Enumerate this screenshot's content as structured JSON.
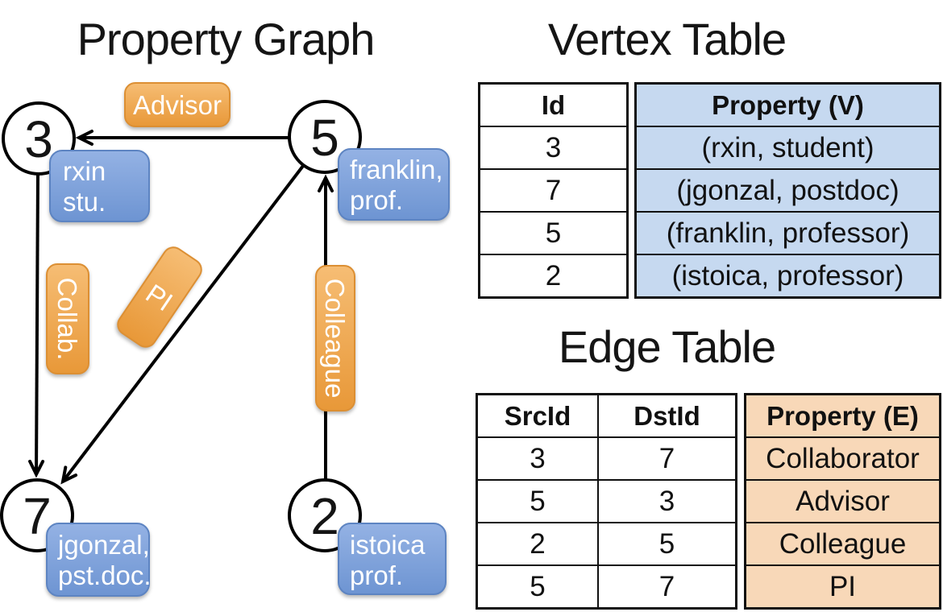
{
  "graph": {
    "title": "Property Graph",
    "nodes": [
      {
        "id": "3",
        "lines": [
          "rxin",
          "stu."
        ]
      },
      {
        "id": "5",
        "lines": [
          "franklin,",
          "prof."
        ]
      },
      {
        "id": "7",
        "lines": [
          "jgonzal,",
          "pst.doc."
        ]
      },
      {
        "id": "2",
        "lines": [
          "istoica",
          "prof."
        ]
      }
    ],
    "edge_labels": {
      "advisor": "Advisor",
      "collab": "Collab.",
      "pi": "PI",
      "colleague": "Colleague"
    }
  },
  "vertex_table": {
    "title": "Vertex Table",
    "headers": {
      "id": "Id",
      "property": "Property (V)"
    },
    "rows": [
      {
        "id": "3",
        "property": "(rxin, student)"
      },
      {
        "id": "7",
        "property": "(jgonzal, postdoc)"
      },
      {
        "id": "5",
        "property": "(franklin, professor)"
      },
      {
        "id": "2",
        "property": "(istoica, professor)"
      }
    ]
  },
  "edge_table": {
    "title": "Edge Table",
    "headers": {
      "src": "SrcId",
      "dst": "DstId",
      "property": "Property (E)"
    },
    "rows": [
      {
        "src": "3",
        "dst": "7",
        "property": "Collaborator"
      },
      {
        "src": "5",
        "dst": "3",
        "property": "Advisor"
      },
      {
        "src": "2",
        "dst": "5",
        "property": "Colleague"
      },
      {
        "src": "5",
        "dst": "7",
        "property": "PI"
      }
    ]
  },
  "colors": {
    "vertex_property_fill": "#c6d9f0",
    "edge_property_fill": "#f8d8b8",
    "graph_edge_box_orange": "#eda04b",
    "graph_vertex_box_blue": "#7b9fd8",
    "line_black": "#000000"
  }
}
